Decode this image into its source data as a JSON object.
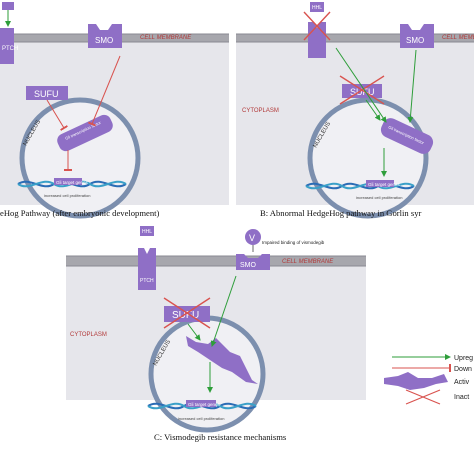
{
  "captions": {
    "a": "eHog Pathway (after embryonic development)",
    "b": "B: Abnormal HedgeHog pathway in Gorlin syr",
    "c": "C: Vismodegib resistance mechanisms"
  },
  "labels": {
    "cell_membrane": "CELL MEMBRANE",
    "cytoplasm": "CYTOPLASM",
    "nucleus": "NUCLEUS",
    "sufu": "SUFU",
    "smo": "SMO",
    "ptch": "PTCH",
    "hhl": "HHL",
    "gli_tf": "Gli transcription factor",
    "gli_target_genes": "Gli target genes",
    "increased_proliferation": "increased cell proliferation",
    "vismodegib_symbol": "V",
    "impaired_binding": "Impaired binding of vismodegib"
  },
  "legend": [
    "Upreg",
    "Down",
    "Activ",
    "Inact"
  ],
  "colors": {
    "purple": "#8f6fc6",
    "purple_dark": "#6a4ea6",
    "cytoplasm": "#e6e6eb",
    "membrane": "#a7a7ad",
    "nucleus_ring": "#7c8fae",
    "arrow_green": "#2e9e3a",
    "arrow_red": "#d9534f",
    "dna_blue": "#2a6cb5"
  }
}
